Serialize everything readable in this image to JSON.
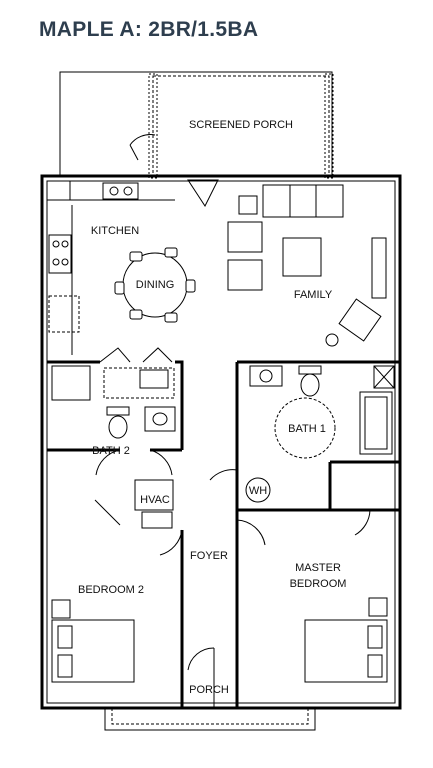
{
  "title": "MAPLE A: 2BR/1.5BA",
  "rooms": {
    "screened_porch": "SCREENED PORCH",
    "kitchen": "KITCHEN",
    "dining": "DINING",
    "family": "FAMILY",
    "bath1": "BATH 1",
    "bath2": "BATH 2",
    "hvac": "HVAC",
    "wh": "WH",
    "foyer": "FOYER",
    "bedroom2": "BEDROOM 2",
    "master_line1": "MASTER",
    "master_line2": "BEDROOM",
    "porch": "PORCH"
  }
}
